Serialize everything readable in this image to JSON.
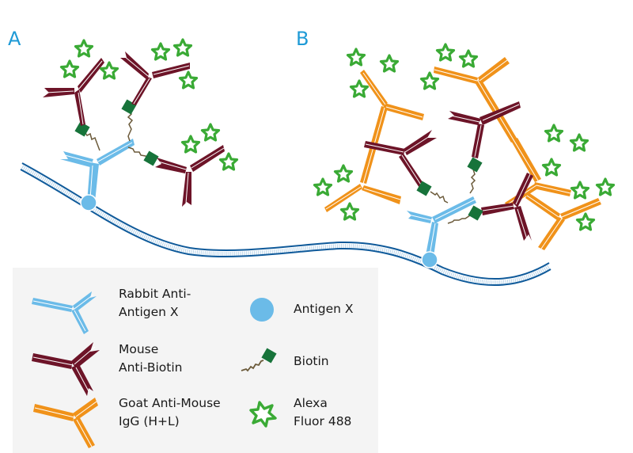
{
  "panels": {
    "a_label": "A",
    "b_label": "B"
  },
  "colors": {
    "panel_label": "#1e9ad6",
    "rabbit_antibody": "#6bbbe8",
    "mouse_antibody": "#6d1428",
    "goat_antibody": "#f0921a",
    "antigen": "#6bbbe8",
    "biotin": "#17733a",
    "biotin_linker": "#6b5a3a",
    "alexa_fluor": "#3aaa35",
    "membrane": "#0f5a9a",
    "legend_background": "#f4f4f4"
  },
  "legend": {
    "items": [
      {
        "icon": "rabbit-antibody-icon",
        "label": "Rabbit Anti-\nAntigen X"
      },
      {
        "icon": "mouse-antibody-icon",
        "label": "Mouse\nAnti-Biotin"
      },
      {
        "icon": "goat-antibody-icon",
        "label": "Goat Anti-Mouse\nIgG (H+L)"
      },
      {
        "icon": "antigen-circle-icon",
        "label": "Antigen X"
      },
      {
        "icon": "biotin-icon",
        "label": "Biotin"
      },
      {
        "icon": "alexa-fluor-star-icon",
        "label": "Alexa\nFluor 488"
      }
    ]
  }
}
